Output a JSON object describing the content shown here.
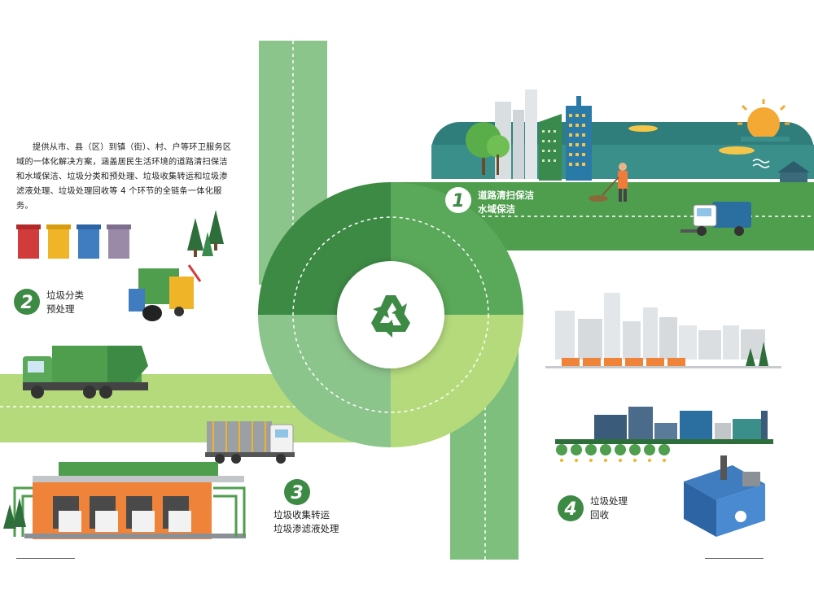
{
  "intro": {
    "text": "提供从市、县（区）到镇（街）、村、户等环卫服务区域的一体化解决方案，涵盖居民生活环境的道路清扫保洁和水域保洁、垃圾分类和预处理、垃圾收集转运和垃圾渗滤液处理、垃圾处理回收等 4 个环节的全链条一体化服务。"
  },
  "steps": [
    {
      "number": "1",
      "lines": [
        "道路清扫保洁",
        "水域保洁"
      ]
    },
    {
      "number": "2",
      "lines": [
        "垃圾分类",
        "预处理"
      ]
    },
    {
      "number": "3",
      "lines": [
        "垃圾收集转运",
        "垃圾渗滤液处理"
      ]
    },
    {
      "number": "4",
      "lines": [
        "垃圾处理",
        "回收"
      ]
    }
  ],
  "center": {
    "icon": "recycle-icon"
  },
  "colors": {
    "road_light": "#8cc58c",
    "road_pale": "#b5da7c",
    "road_mid": "#5aa85a",
    "road_dark": "#3d8a45",
    "water": "#2f7e7c",
    "step_badge": "#3d8a45",
    "sun": "#f4a934"
  }
}
